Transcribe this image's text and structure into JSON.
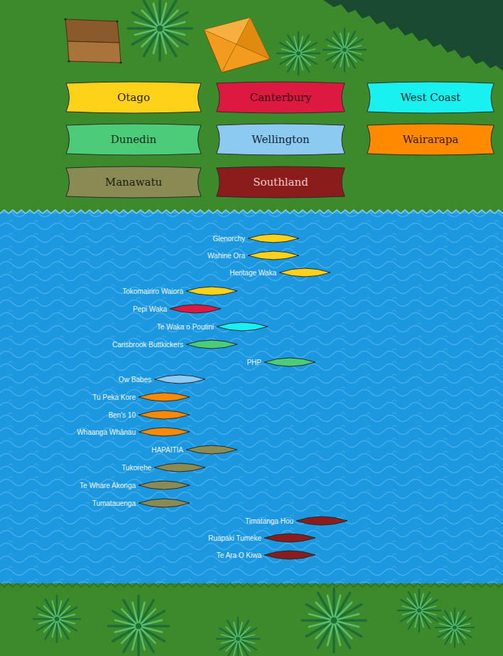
{
  "diagram": {
    "nodes": [
      {
        "text": [
          "Otago"
        ]
      },
      {
        "text": [
          "Canterbury"
        ]
      },
      {
        "text": [
          "West Coast"
        ]
      },
      {
        "text": [
          "Dunedin"
        ]
      },
      {
        "text": [
          "Wellington"
        ]
      },
      {
        "text": [
          "Wairarapa"
        ]
      },
      {
        "text": [
          "Manawatu"
        ]
      },
      {
        "text": [
          "Southland"
        ]
      },
      {
        "text": [
          "Glenorchy"
        ]
      },
      {
        "text": [
          "Wahine Ora"
        ]
      },
      {
        "text": [
          "Heritage Waka"
        ]
      },
      {
        "text": [
          "Tokomairiro Waiora"
        ]
      },
      {
        "text": [
          "Pepi Waka"
        ]
      },
      {
        "text": [
          "Te Waka o Poutini"
        ]
      },
      {
        "text": [
          "Carisbrook Buttkickers"
        ]
      },
      {
        "text": [
          "PHP"
        ]
      },
      {
        "text": [
          "Ow Babes"
        ]
      },
      {
        "text": [
          "Tu Peka Kore"
        ]
      },
      {
        "text": [
          "Ben's 10"
        ]
      },
      {
        "text": [
          "Whaanga Whānau"
        ]
      },
      {
        "text": [
          "HAPAITIA"
        ]
      },
      {
        "text": [
          "Tukorehe"
        ]
      },
      {
        "text": [
          "Te Whare Akonga"
        ]
      },
      {
        "text": [
          "Tumatauenga"
        ]
      },
      {
        "text": [
          "Timatanga Hou"
        ]
      },
      {
        "text": [
          "Ruapaki Tumeke"
        ]
      },
      {
        "text": [
          "Te Ara O Kiwa"
        ]
      }
    ]
  }
}
